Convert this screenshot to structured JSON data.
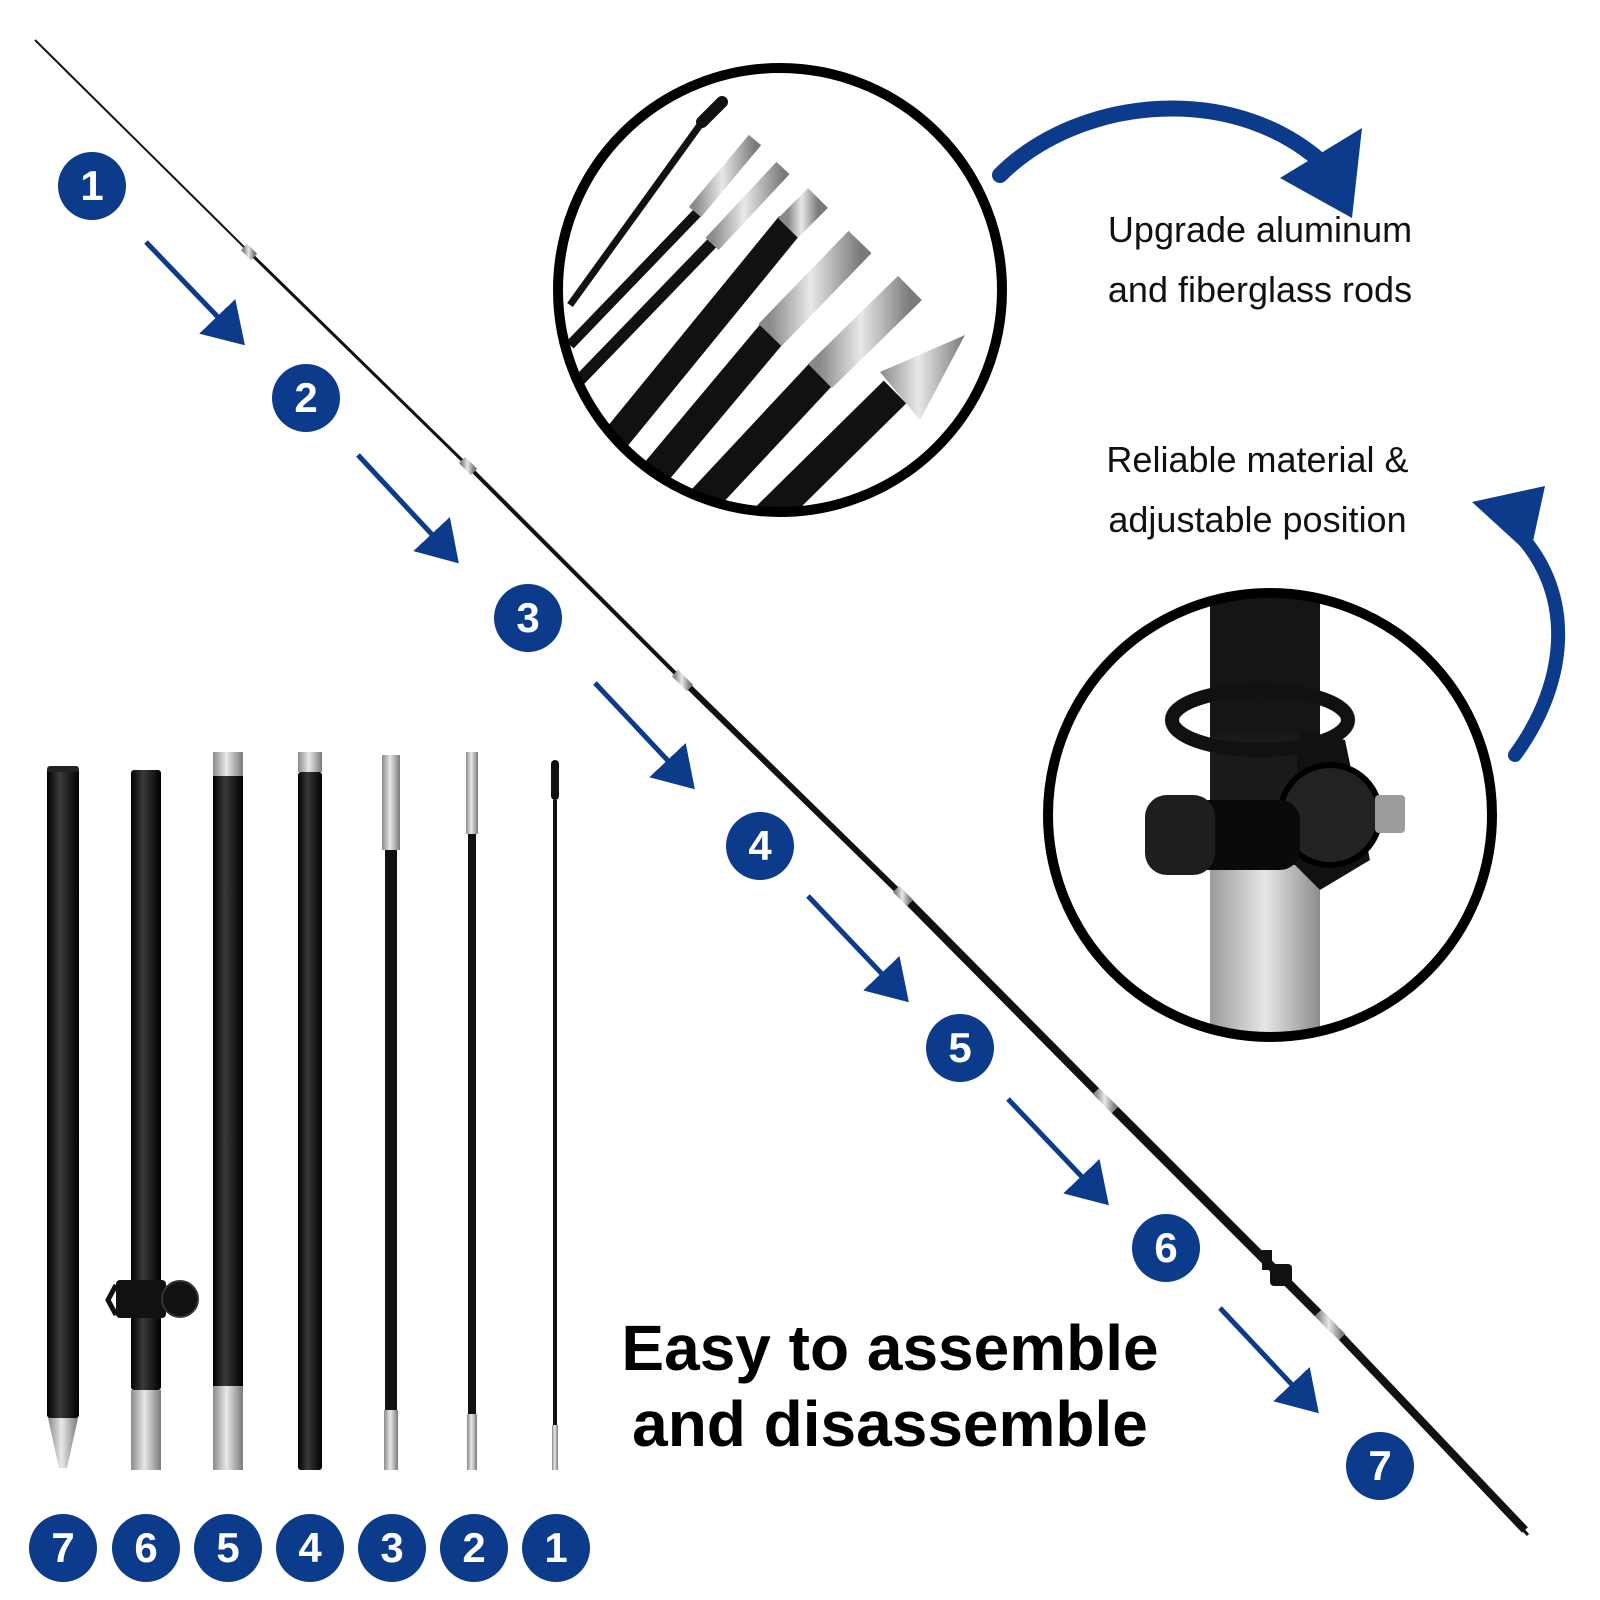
{
  "captions": {
    "upgrade_line1": "Upgrade aluminum",
    "upgrade_line2": "and fiberglass rods",
    "reliable_line1": "Reliable material &",
    "reliable_line2": "adjustable position"
  },
  "headline": {
    "line1": "Easy to assemble",
    "line2": "and disassemble"
  },
  "diagonal_steps": [
    "1",
    "2",
    "3",
    "4",
    "5",
    "6",
    "7"
  ],
  "bottom_labels": [
    "7",
    "6",
    "5",
    "4",
    "3",
    "2",
    "1"
  ],
  "colors": {
    "badge": "#0d3b8c",
    "arrow": "#0d3b8c",
    "rod": "#111111",
    "metal": "#b9b9b9"
  }
}
